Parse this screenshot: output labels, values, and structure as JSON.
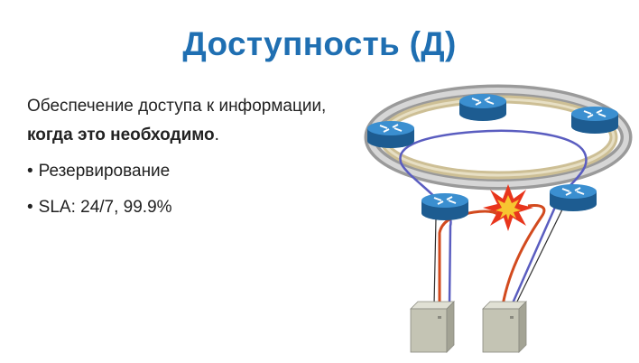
{
  "slide": {
    "title": "Доступность (Д)",
    "para_line1": "Обеспечение доступа к информации,",
    "para_line2_bold": "когда это необходимо",
    "para_line2_tail": ".",
    "bullets": [
      "Резервирование",
      "SLA: 24/7, 99.9%"
    ]
  },
  "diagram": {
    "icons": [
      "router-icon",
      "server-icon",
      "failure-burst-icon"
    ],
    "colors": {
      "ring_outer": "#9a9a9a",
      "ring_inner": "#cdbf95",
      "router_top": "#3b8fd0",
      "router_side": "#1d5c91",
      "path_primary": "#d24a1e",
      "path_backup": "#5a5dc0",
      "burst": "#e8351c",
      "server": "#c4c4b4"
    }
  }
}
